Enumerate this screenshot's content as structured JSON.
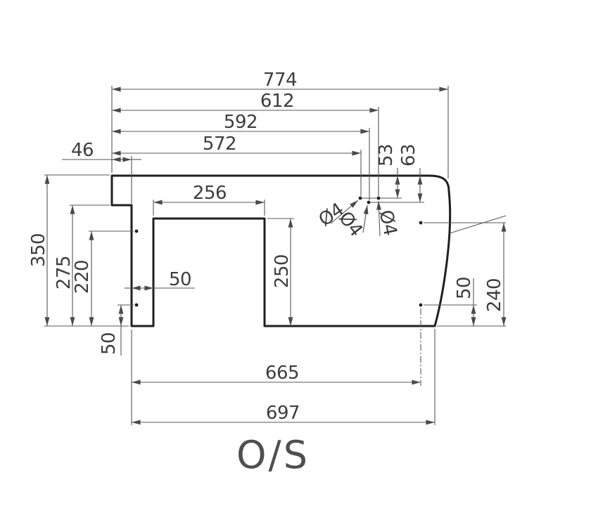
{
  "drawing": {
    "dims": {
      "overall_width": "774",
      "hole3_x": "612",
      "hole2_x": "592",
      "hole1_x": "572",
      "step_width": "46",
      "hole_depth_53": "53",
      "hole_depth_63": "63",
      "hole_dia": [
        "Ø4",
        "Ø4",
        "Ø4"
      ],
      "notch_width": "256",
      "notch_depth": "250",
      "overall_height": "350",
      "height_below_step": "275",
      "upper_left_hole_from_bottom": "220",
      "leg_width": "50",
      "lower_left_hole_from_bottom": "50",
      "lower_right_hole_from_bottom": "50",
      "upper_right_hole_from_bottom": "240",
      "right_holes_from_leg": "665",
      "bottom_width": "697"
    },
    "footer_label": "O/S"
  }
}
